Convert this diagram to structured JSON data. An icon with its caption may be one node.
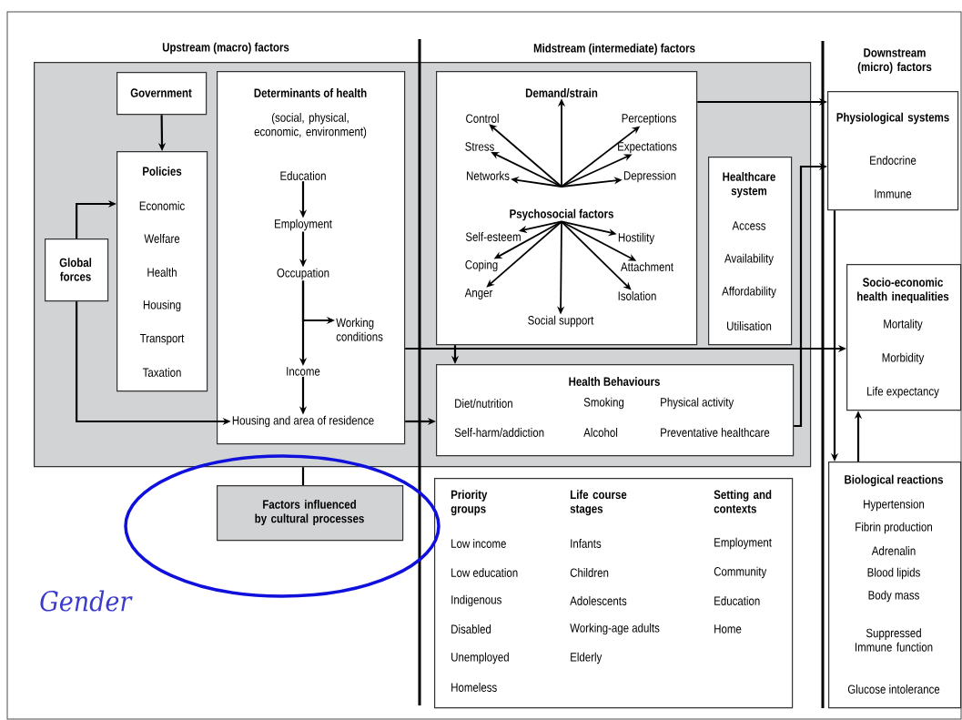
{
  "diagram": {
    "nodes": [
      {
        "text": [],
        "shape": "box"
      },
      {
        "text": [
          "Government"
        ],
        "in": 0
      },
      {
        "text": [
          "Policies",
          "Economic",
          "Welfare",
          "Health",
          "Housing",
          "Transport",
          "Taxation"
        ],
        "in": 0
      },
      {
        "text": [
          "Global forces"
        ],
        "in": 0
      },
      {
        "text": [
          "Determinants of health",
          "(social, physical, economic, environment)"
        ],
        "in": 0
      },
      {
        "text": [
          "Education"
        ],
        "in": 4
      },
      {
        "text": [
          "Employment"
        ],
        "in": 4
      },
      {
        "text": [
          "Occupation"
        ],
        "in": 4
      },
      {
        "text": [
          "Working conditions"
        ],
        "in": 4
      },
      {
        "text": [
          "Income"
        ],
        "in": 4
      },
      {
        "text": [
          "Housing and area of residence"
        ],
        "in": 4
      },
      {
        "text": [],
        "shape": "box",
        "in": 0
      },
      {
        "text": [
          "Demand/strain"
        ],
        "in": 11
      },
      {
        "text": [
          "Control"
        ],
        "in": 11
      },
      {
        "text": [
          "Stress"
        ],
        "in": 11
      },
      {
        "text": [
          "Networks"
        ],
        "in": 11
      },
      {
        "text": [
          "Perceptions"
        ],
        "in": 11
      },
      {
        "text": [
          "Expectations"
        ],
        "in": 11
      },
      {
        "text": [
          "Depression"
        ],
        "in": 11
      },
      {
        "text": [
          "Psychosocial factors"
        ],
        "in": 11
      },
      {
        "text": [
          "Self-esteem"
        ],
        "in": 11
      },
      {
        "text": [
          "Coping"
        ],
        "in": 11
      },
      {
        "text": [
          "Anger"
        ],
        "in": 11
      },
      {
        "text": [
          "Hostility"
        ],
        "in": 11
      },
      {
        "text": [
          "Attachment"
        ],
        "in": 11
      },
      {
        "text": [
          "Isolation"
        ],
        "in": 11
      },
      {
        "text": [
          "Social support"
        ],
        "in": 11
      },
      {
        "text": [
          "Healthcare system",
          "Access",
          "Availability",
          "Affordability",
          "Utilisation"
        ],
        "in": 0
      },
      {
        "text": [
          "Health Behaviours",
          "Diet/nutrition",
          "Smoking",
          "Physical activity",
          "Self-harm/addiction",
          "Alcohol",
          "Preventative healthcare"
        ],
        "in": 0
      },
      {
        "text": [
          "Factors influenced by cultural processes"
        ]
      },
      {
        "text": [
          "Priority groups",
          "Low income",
          "Low education",
          "Indigenous",
          "Disabled",
          "Unemployed",
          "Homeless",
          "Life course stages",
          "Infants",
          "Children",
          "Adolescents",
          "Working-age adults",
          "Elderly",
          "Setting and contexts",
          "Employment",
          "Community",
          "Education",
          "Home"
        ]
      },
      {
        "text": [
          "Physiological systems",
          "Endocrine",
          "Immune"
        ]
      },
      {
        "text": [
          "Socio-economic health inequalities",
          "Mortality",
          "Morbidity",
          "Life expectancy"
        ]
      },
      {
        "text": [
          "Biological reactions",
          "Hypertension",
          "Fibrin production",
          "Adrenalin",
          "Blood lipids",
          "Body mass",
          "Suppressed Immune function",
          "Glucose intolerance"
        ]
      }
    ],
    "edges": [
      {
        "from": 1,
        "to": 2,
        "arrow": "to"
      },
      {
        "from": 3,
        "to": 2,
        "arrow": "to"
      },
      {
        "from": 3,
        "to": 10,
        "arrow": "to"
      },
      {
        "from": 5,
        "to": 6,
        "arrow": "to"
      },
      {
        "from": 6,
        "to": 7,
        "arrow": "to"
      },
      {
        "from": 7,
        "to": 9,
        "arrow": "to"
      },
      {
        "from": 7,
        "to": 8,
        "arrow": "to"
      },
      {
        "from": 9,
        "to": 10,
        "arrow": "to"
      },
      {
        "from": null,
        "to": 12,
        "arrow": "to"
      },
      {
        "from": null,
        "to": 13,
        "arrow": "to"
      },
      {
        "from": null,
        "to": 14,
        "arrow": "to"
      },
      {
        "from": null,
        "to": 15,
        "arrow": "to"
      },
      {
        "from": null,
        "to": 16,
        "arrow": "to"
      },
      {
        "from": null,
        "to": 17,
        "arrow": "to"
      },
      {
        "from": null,
        "to": 18,
        "arrow": "to"
      },
      {
        "from": 19,
        "to": 20,
        "arrow": "to"
      },
      {
        "from": 19,
        "to": 21,
        "arrow": "to"
      },
      {
        "from": 19,
        "to": 22,
        "arrow": "to"
      },
      {
        "from": 19,
        "to": 23,
        "arrow": "to"
      },
      {
        "from": 19,
        "to": 24,
        "arrow": "to"
      },
      {
        "from": 19,
        "to": 25,
        "arrow": "to"
      },
      {
        "from": 19,
        "to": 26,
        "arrow": "to"
      },
      {
        "from": 11,
        "to": 31,
        "arrow": "to"
      },
      {
        "from": 11,
        "to": 28,
        "arrow": "to"
      },
      {
        "from": 4,
        "to": 32,
        "arrow": "to"
      },
      {
        "from": 4,
        "to": 28,
        "arrow": "to"
      },
      {
        "from": 28,
        "to": 31,
        "arrow": "to"
      },
      {
        "from": 31,
        "to": 33,
        "arrow": "to"
      },
      {
        "from": 33,
        "to": 32,
        "arrow": "to"
      },
      {
        "from": 0,
        "to": 29,
        "arrow": "none"
      }
    ],
    "labels": [
      "Upstream (macro) factors",
      "Midstream (intermediate) factors",
      "Downstream (micro) factors",
      "Gender"
    ]
  }
}
